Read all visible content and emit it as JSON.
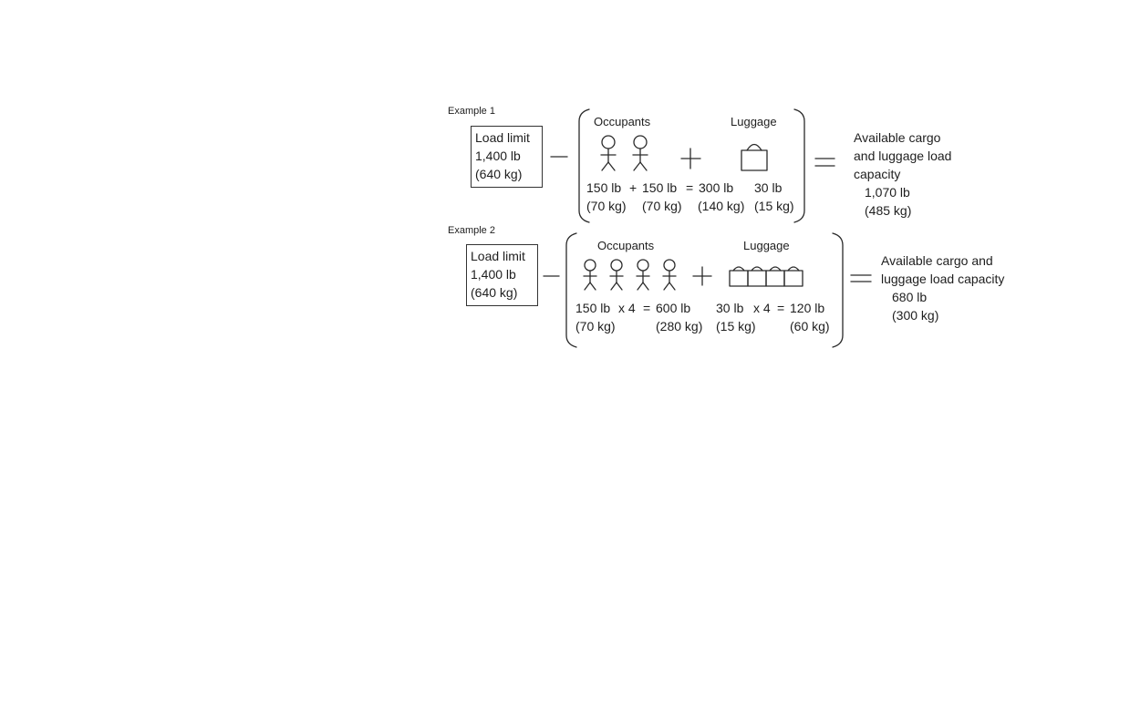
{
  "example1": {
    "label": "Example 1",
    "load_limit": [
      "Load limit",
      "1,400 lb",
      "(640 kg)"
    ],
    "minus": "—",
    "occupants_header": "Occupants",
    "luggage_header": "Luggage",
    "plus": "+",
    "calc_lb": [
      "150 lb",
      "+",
      "150 lb",
      "=",
      "300 lb",
      "30 lb"
    ],
    "calc_kg": [
      "(70 kg)",
      "(70 kg)",
      "(140 kg)",
      "(15 kg)"
    ],
    "equals": "=",
    "result": [
      "Available cargo",
      "and luggage load",
      "capacity",
      "1,070 lb",
      "(485 kg)"
    ]
  },
  "example2": {
    "label": "Example 2",
    "load_limit": [
      "Load limit",
      "1,400 lb",
      "(640 kg)"
    ],
    "minus": "—",
    "occupants_header": "Occupants",
    "luggage_header": "Luggage",
    "plus": "+",
    "calc_lb": [
      "150 lb",
      "x 4",
      "=",
      "600 lb",
      "30 lb",
      "x 4",
      "=",
      "120 lb"
    ],
    "calc_kg": [
      "(70 kg)",
      "(280 kg)",
      "(15 kg)",
      "(60 kg)"
    ],
    "equals": "=",
    "result": [
      "Available cargo and",
      "luggage load capacity",
      "680 lb",
      "(300 kg)"
    ]
  }
}
